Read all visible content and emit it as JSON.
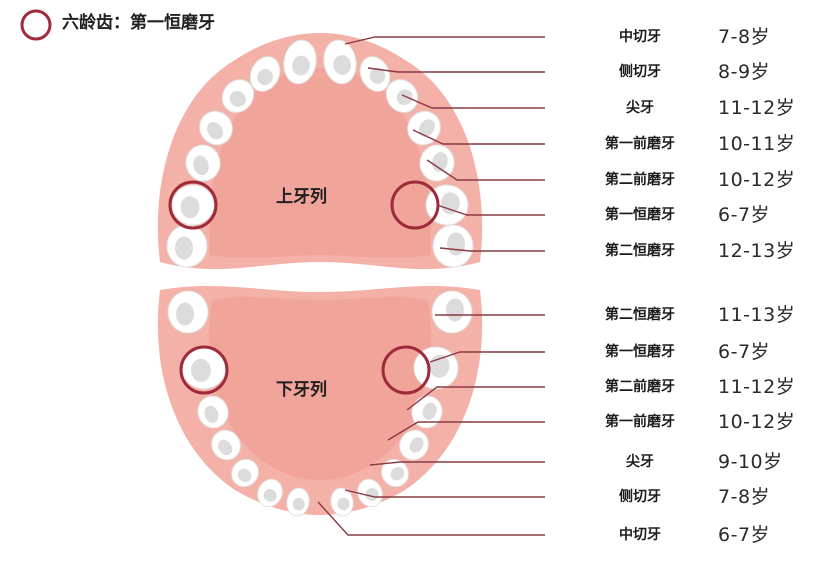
{
  "legend": {
    "title": "六龄齿：第一恒磨牙",
    "marker_color": "#9e2a3a"
  },
  "jaws": {
    "upper_label": "上牙列",
    "lower_label": "下牙列"
  },
  "colors": {
    "gum": "#f3b1a8",
    "palate": "#f1a59a",
    "tooth": "#ffffff",
    "tooth_shadow": "#d9d9d9",
    "leader": "#8a3a44"
  },
  "upper_teeth": [
    {
      "name": "中切牙",
      "age": "7-8岁"
    },
    {
      "name": "侧切牙",
      "age": "8-9岁"
    },
    {
      "name": "尖牙",
      "age": "11-12岁"
    },
    {
      "name": "第一前磨牙",
      "age": "10-11岁"
    },
    {
      "name": "第二前磨牙",
      "age": "10-12岁"
    },
    {
      "name": "第一恒磨牙",
      "age": "6-7岁"
    },
    {
      "name": "第二恒磨牙",
      "age": "12-13岁"
    }
  ],
  "lower_teeth": [
    {
      "name": "第二恒磨牙",
      "age": "11-13岁"
    },
    {
      "name": "第一恒磨牙",
      "age": "6-7岁"
    },
    {
      "name": "第二前磨牙",
      "age": "11-12岁"
    },
    {
      "name": "第一前磨牙",
      "age": "10-12岁"
    },
    {
      "name": "尖牙",
      "age": "9-10岁"
    },
    {
      "name": "侧切牙",
      "age": "7-8岁"
    },
    {
      "name": "中切牙",
      "age": "6-7岁"
    }
  ]
}
